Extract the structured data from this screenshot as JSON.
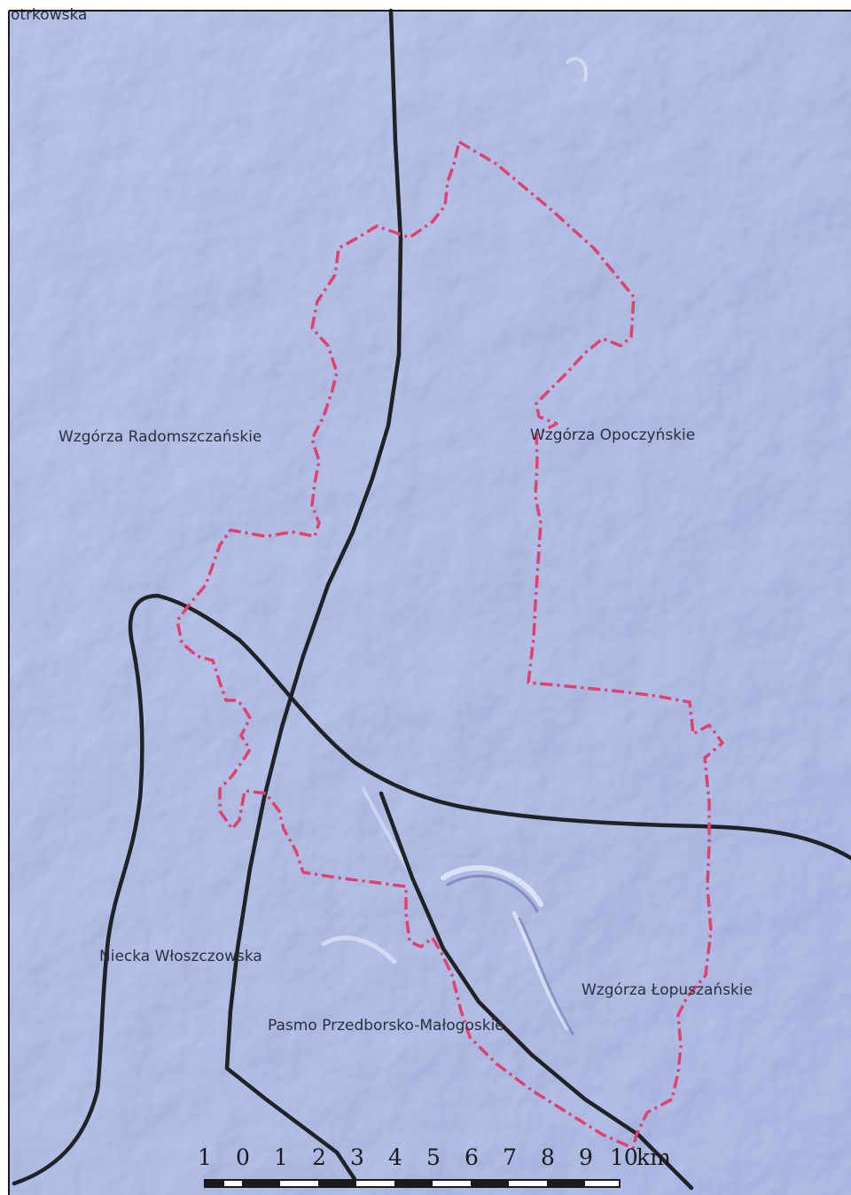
{
  "map": {
    "top_label": "otrkowska",
    "regions": [
      {
        "name": "Wzgórza Radomszczańskie"
      },
      {
        "name": "Wzgórza Opoczyńskie"
      },
      {
        "name": "Niecka Włoszczowska"
      },
      {
        "name": "Wzgórza Łopuszańskie"
      },
      {
        "name": "Pasmo Przedborsko-Małogoskie"
      }
    ],
    "scale": {
      "ticks": [
        "1",
        "0",
        "1",
        "2",
        "3",
        "4",
        "5",
        "6",
        "7",
        "8",
        "9",
        "10"
      ],
      "unit": "km"
    },
    "colors": {
      "background": "#a9b8e4",
      "boundary_lines": "#1f2326",
      "study_area_outline": "#e0416e"
    }
  }
}
